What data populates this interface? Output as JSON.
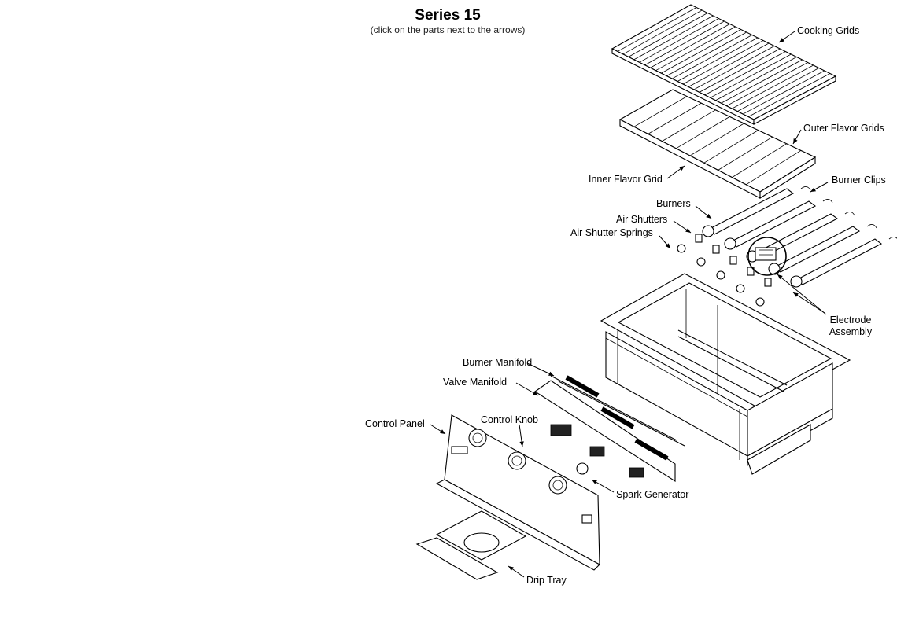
{
  "header": {
    "title": "Series 15",
    "subtitle": "(click on the parts next to the arrows)"
  },
  "parts": {
    "cooking_grids": "Cooking Grids",
    "outer_flavor_grids": "Outer Flavor Grids",
    "inner_flavor_grid": "Inner Flavor Grid",
    "burner_clips": "Burner Clips",
    "burners": "Burners",
    "air_shutters": "Air Shutters",
    "air_shutter_springs": "Air Shutter Springs",
    "electrode_assembly_line1": "Electrode",
    "electrode_assembly_line2": "Assembly",
    "burner_manifold": "Burner Manifold",
    "valve_manifold": "Valve Manifold",
    "control_panel": "Control Panel",
    "control_knob": "Control Knob",
    "spark_generator": "Spark Generator",
    "drip_tray": "Drip Tray"
  }
}
